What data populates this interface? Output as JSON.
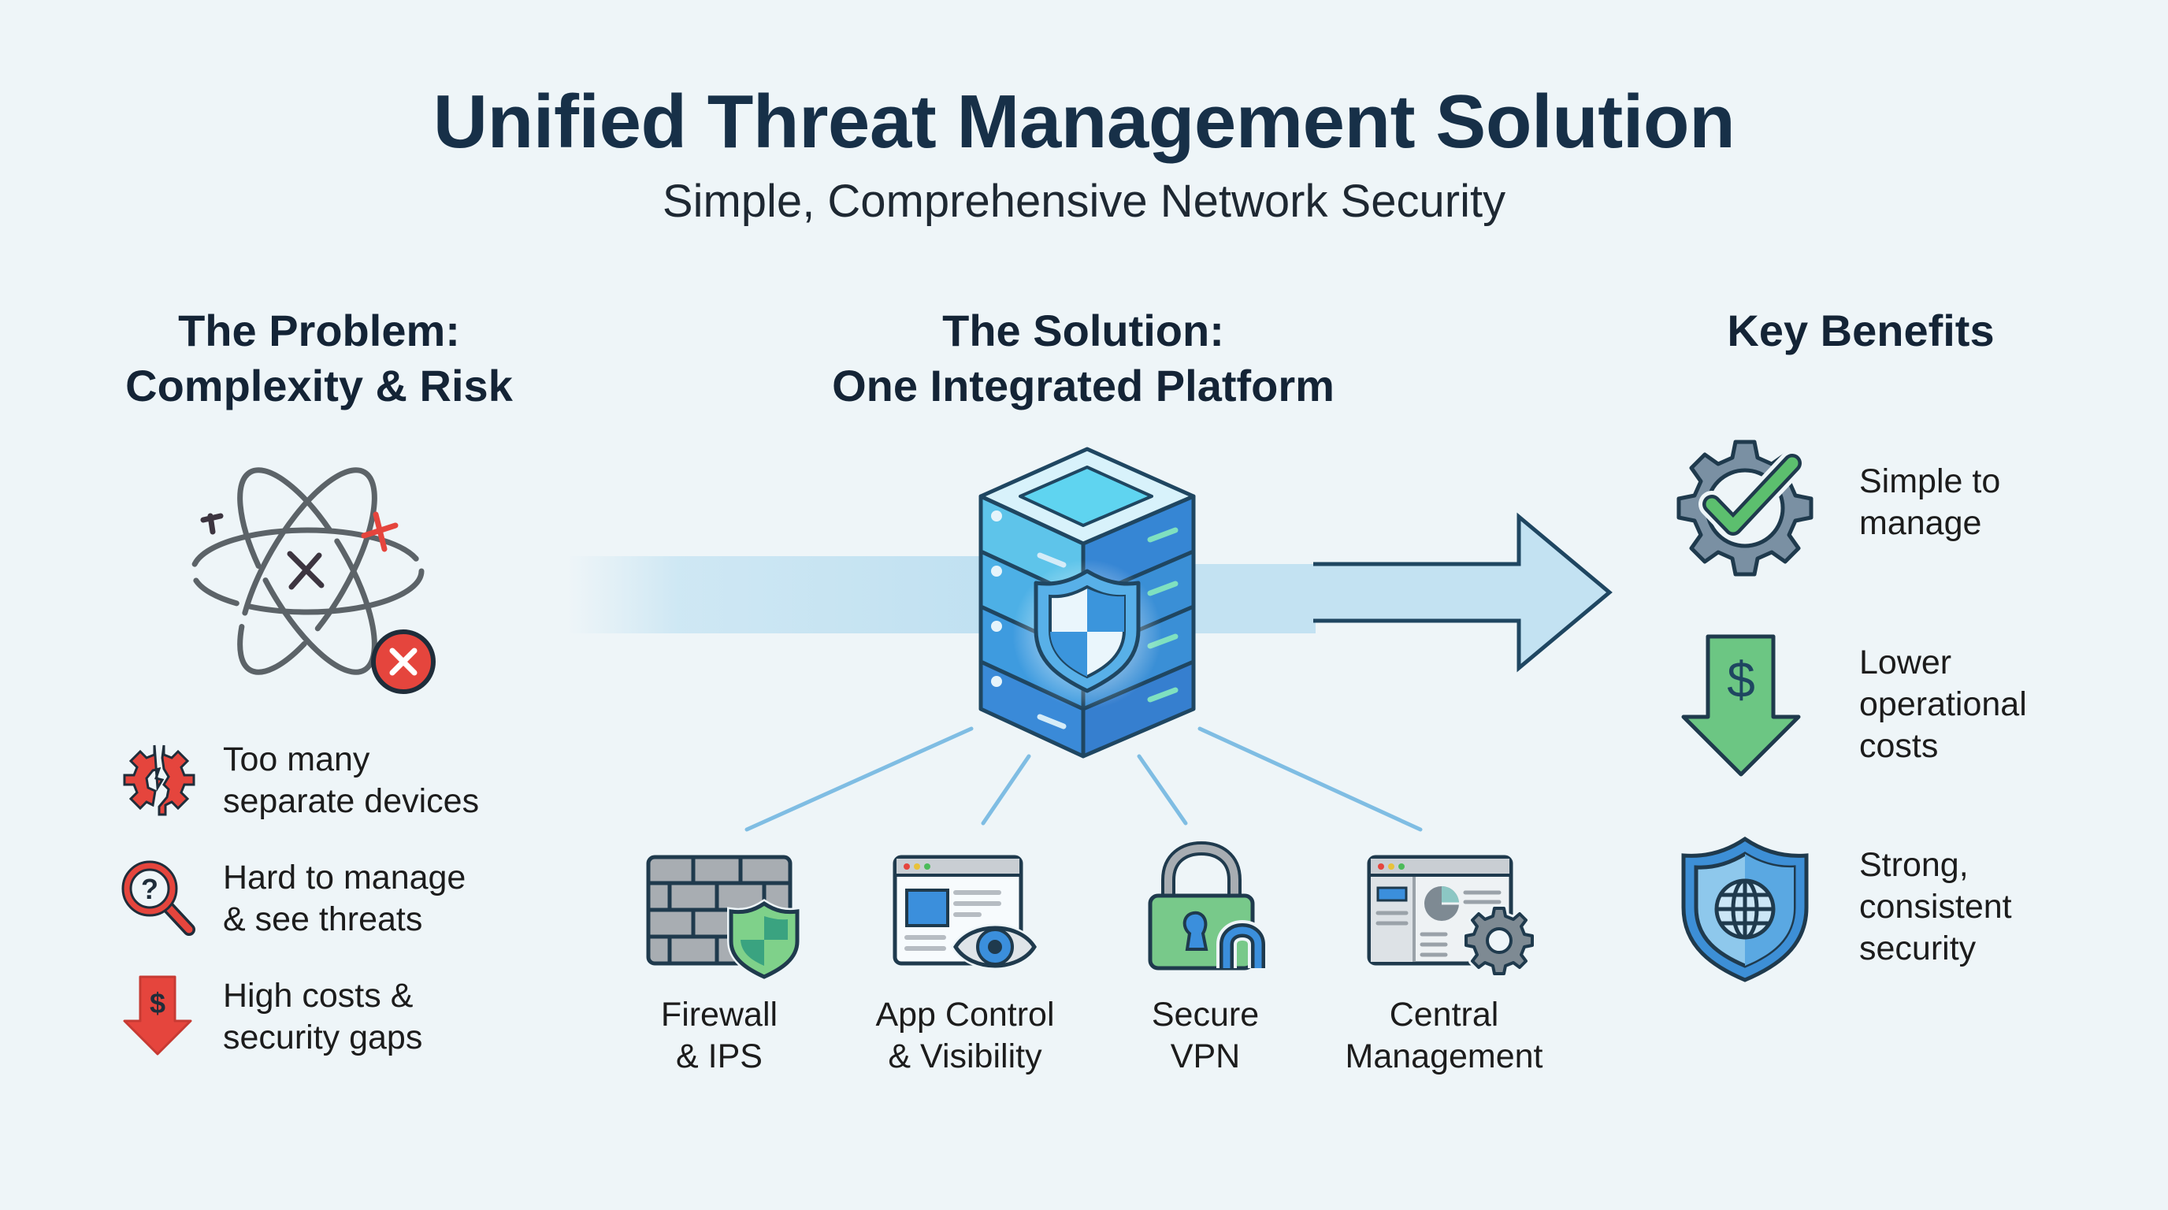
{
  "header": {
    "title": "Unified Threat Management Solution",
    "subtitle": "Simple, Comprehensive Network Security"
  },
  "problem": {
    "heading_line1": "The Problem:",
    "heading_line2": "Complexity & Risk",
    "hero_icon": "broken-atom-icon",
    "items": [
      {
        "icon": "broken-gear-icon",
        "line1": "Too many",
        "line2": "separate devices"
      },
      {
        "icon": "magnifier-question-icon",
        "line1": "Hard to manage",
        "line2": "& see threats"
      },
      {
        "icon": "dollar-down-arrow-icon",
        "line1": "High costs &",
        "line2": "security gaps"
      }
    ]
  },
  "solution": {
    "heading_line1": "The Solution:",
    "heading_line2": "One Integrated Platform",
    "hero_icon": "server-shield-icon",
    "features": [
      {
        "icon": "firewall-shield-icon",
        "line1": "Firewall",
        "line2": "& IPS"
      },
      {
        "icon": "app-window-eye-icon",
        "line1": "App Control",
        "line2": "& Visibility"
      },
      {
        "icon": "padlock-vpn-icon",
        "line1": "Secure",
        "line2": "VPN"
      },
      {
        "icon": "dashboard-gear-icon",
        "line1": "Central",
        "line2": "Management"
      }
    ]
  },
  "benefits": {
    "heading": "Key Benefits",
    "items": [
      {
        "icon": "gear-check-icon",
        "lines": [
          "Simple to",
          "manage"
        ]
      },
      {
        "icon": "dollar-down-arrow-icon",
        "lines": [
          "Lower",
          "operational",
          "costs"
        ]
      },
      {
        "icon": "shield-globe-icon",
        "lines": [
          "Strong,",
          "consistent",
          "security"
        ]
      }
    ]
  },
  "colors": {
    "background": "#eef5f8",
    "title": "#173048",
    "problem_red": "#e5453d",
    "benefit_green": "#5cbf6e",
    "server_blue": "#3a8fd6",
    "outline": "#1f4661"
  }
}
